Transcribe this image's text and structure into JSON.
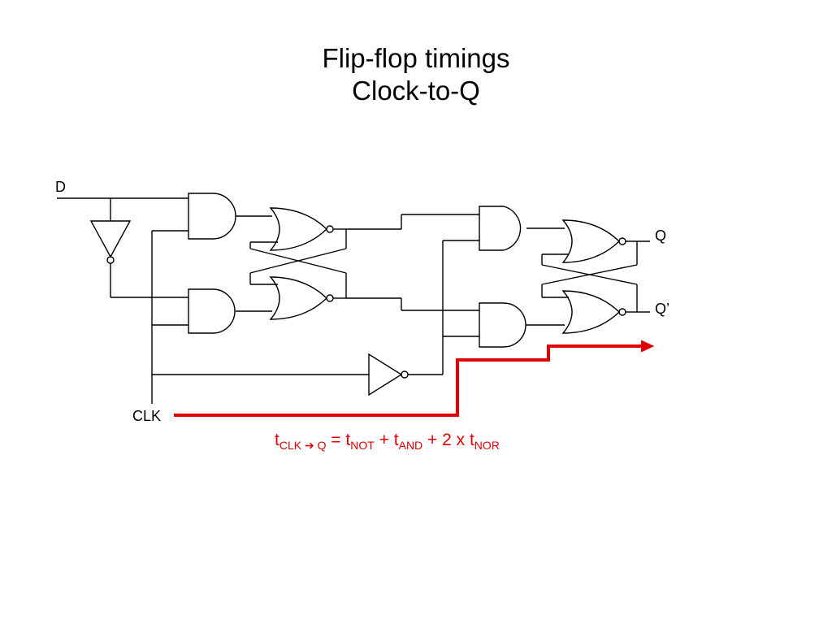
{
  "slide": {
    "title_line1": "Flip-flop timings",
    "title_line2": "Clock-to-Q"
  },
  "diagram": {
    "labels": {
      "d": "D",
      "clk": "CLK",
      "q": "Q",
      "q_bar": "Q’"
    },
    "formula": {
      "t1": "t",
      "sub1": "CLK",
      "arrow": " ➔ ",
      "sub1b": "Q",
      "eq": " = t",
      "sub2": "NOT",
      "plus1": " + t",
      "sub3": "AND",
      "plus2": " + 2 x t",
      "sub4": "NOR"
    },
    "gates": {
      "latch1_and_count": 2,
      "latch1_nor_count": 2,
      "latch2_and_count": 2,
      "latch2_nor_count": 2,
      "inverters": 2
    },
    "colors": {
      "wire": "#000000",
      "critical_path": "#e00000",
      "text": "#000000"
    },
    "icons": {
      "arrow": "right-arrow-icon"
    }
  }
}
